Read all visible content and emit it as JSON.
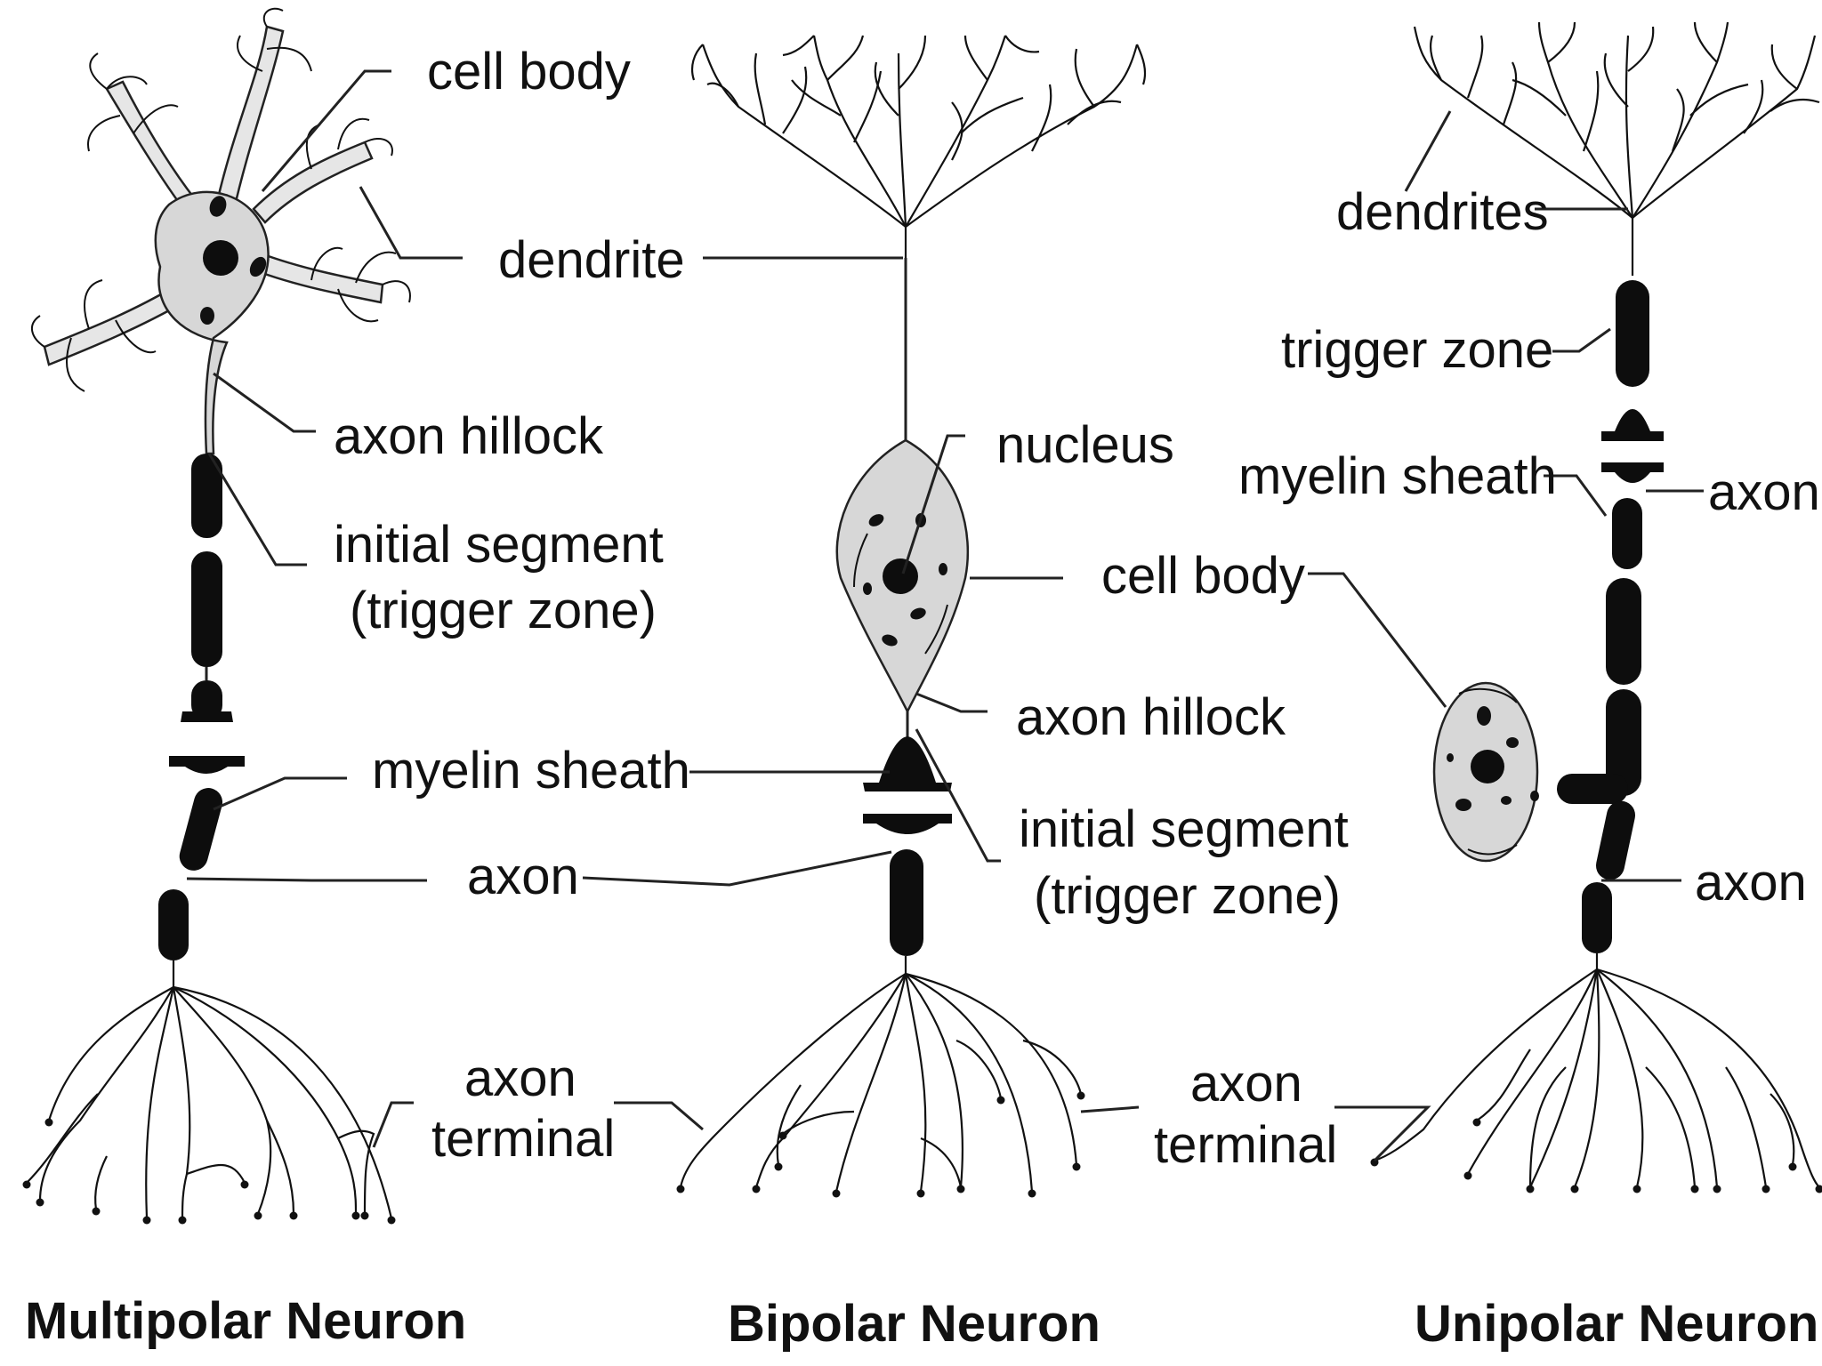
{
  "colors": {
    "ink": "#111111",
    "soma_fill": "#d7d7d7",
    "myelin": "#0d0d0d",
    "background": "#ffffff"
  },
  "multipolar": {
    "title": "Multipolar Neuron",
    "labels": {
      "cell_body": "cell body",
      "dendrite": "dendrite",
      "axon_hillock": "axon hillock",
      "initial_segment_1": "initial segment",
      "initial_segment_2": "(trigger zone)",
      "myelin_sheath": "myelin sheath",
      "axon": "axon",
      "axon_terminal_1": "axon",
      "axon_terminal_2": "terminal"
    }
  },
  "bipolar": {
    "title": "Bipolar Neuron",
    "labels": {
      "nucleus": "nucleus",
      "cell_body": "cell body",
      "axon_hillock": "axon hillock",
      "initial_segment_1": "initial segment",
      "initial_segment_2": "(trigger zone)"
    }
  },
  "unipolar": {
    "title": "Unipolar Neuron",
    "labels": {
      "dendrites": "dendrites",
      "trigger_zone": "trigger zone",
      "myelin_sheath": "myelin sheath",
      "axon_top": "axon",
      "axon_bottom": "axon",
      "axon_terminal_1": "axon",
      "axon_terminal_2": "terminal"
    }
  }
}
